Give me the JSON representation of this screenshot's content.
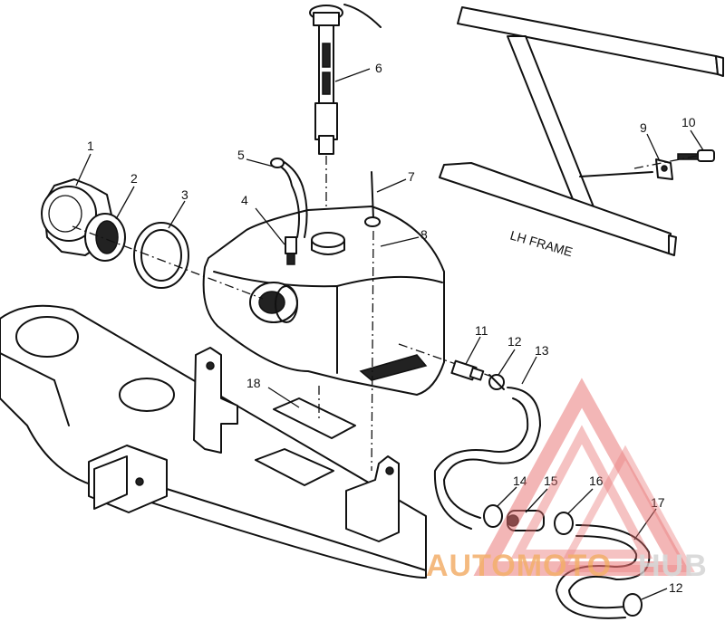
{
  "frame_label": "LH FRAME",
  "callouts": [
    {
      "id": "1",
      "label": "1"
    },
    {
      "id": "2",
      "label": "2"
    },
    {
      "id": "3",
      "label": "3"
    },
    {
      "id": "4",
      "label": "4"
    },
    {
      "id": "5",
      "label": "5"
    },
    {
      "id": "6",
      "label": "6"
    },
    {
      "id": "7",
      "label": "7"
    },
    {
      "id": "8",
      "label": "8"
    },
    {
      "id": "9",
      "label": "9"
    },
    {
      "id": "10",
      "label": "10"
    },
    {
      "id": "11",
      "label": "11"
    },
    {
      "id": "12a",
      "label": "12"
    },
    {
      "id": "13",
      "label": "13"
    },
    {
      "id": "14",
      "label": "14"
    },
    {
      "id": "15",
      "label": "15"
    },
    {
      "id": "16",
      "label": "16"
    },
    {
      "id": "17",
      "label": "17"
    },
    {
      "id": "18",
      "label": "18"
    },
    {
      "id": "12b",
      "label": "12"
    }
  ],
  "watermark": {
    "part1": "AUTOMOTO",
    "part2": "HUB",
    "color_primary": "#f0a050",
    "color_secondary": "#d8d8d8",
    "triangle_color": "#e87070"
  }
}
